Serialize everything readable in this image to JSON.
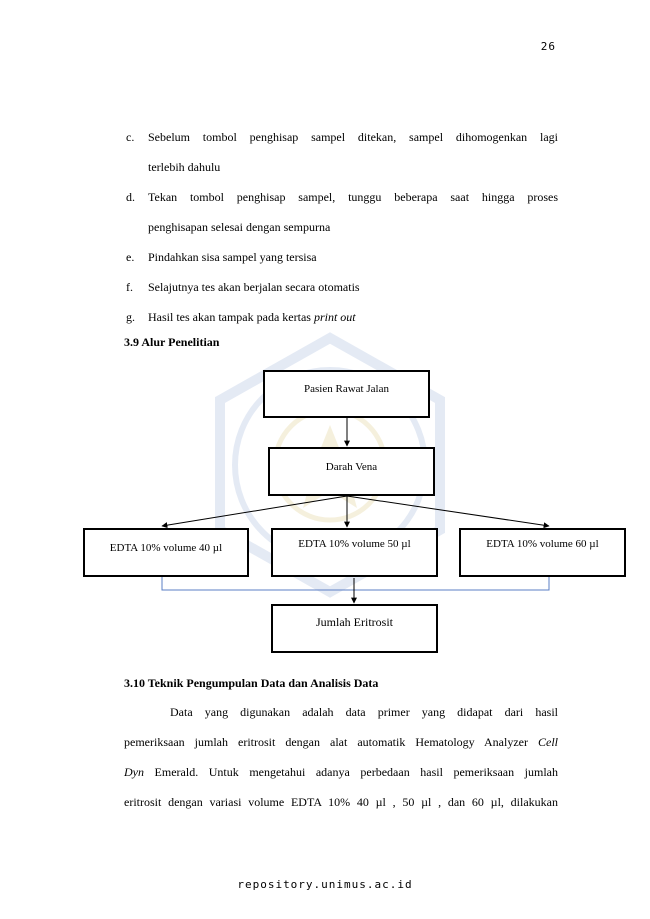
{
  "page_number": "26",
  "list_items": [
    {
      "marker": "c.",
      "lines": [
        "Sebelum tombol penghisap sampel ditekan, sampel dihomogenkan lagi",
        "terlebih dahulu"
      ]
    },
    {
      "marker": "d.",
      "lines": [
        "Tekan tombol penghisap sampel, tunggu beberapa saat hingga proses",
        "penghisapan selesai dengan sempurna"
      ]
    },
    {
      "marker": "e.",
      "lines": [
        "Pindahkan sisa sampel yang tersisa"
      ]
    },
    {
      "marker": "f.",
      "lines": [
        "Selajutnya tes akan berjalan secara otomatis"
      ]
    },
    {
      "marker": "g.",
      "text": "Hasil tes akan tampak pada kertas ",
      "italic": "print out"
    }
  ],
  "section_39": "3.9 Alur Penelitian",
  "flow": {
    "box1": "Pasien Rawat Jalan",
    "box2": "Darah Vena",
    "box3": "EDTA 10% volume 40 µl",
    "box4": "EDTA 10% volume 50 µl",
    "box5": "EDTA 10% volume 60 µl",
    "box6": "Jumlah Eritrosit"
  },
  "section_310": "3.10 Teknik Pengumpulan Data dan Analisis Data",
  "paragraph": {
    "l1": "Data yang digunakan adalah data primer yang didapat dari hasil",
    "l2a": "pemeriksaan jumlah eritrosit dengan alat automatik  Hematology Analyzer ",
    "l2b": "Cell",
    "l3a": "Dyn",
    "l3b": " Emerald. Untuk mengetahui adanya perbedaan hasil pemeriksaan jumlah",
    "l4": "eritrosit dengan variasi volume EDTA 10%  40 µl , 50 µl , dan 60 µl, dilakukan"
  },
  "footer": "repository.unimus.ac.id"
}
